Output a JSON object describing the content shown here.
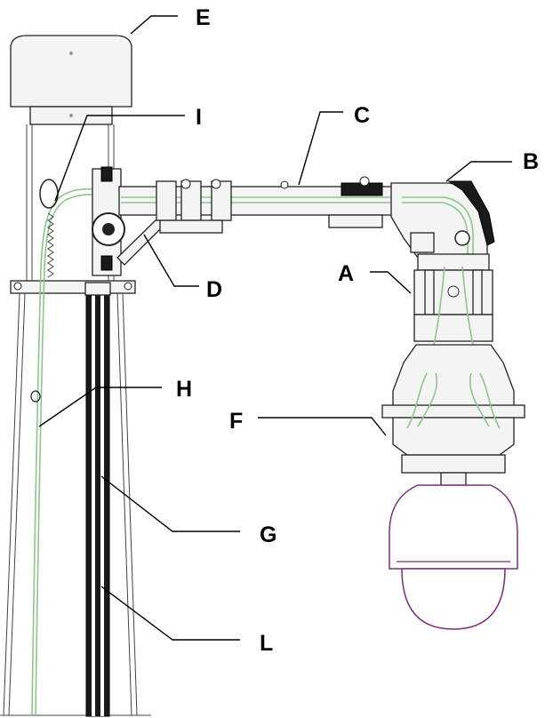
{
  "labels": {
    "A": "A",
    "B": "B",
    "C": "C",
    "D": "D",
    "E": "E",
    "F": "F",
    "G": "G",
    "H": "H",
    "I": "I",
    "L": "L"
  },
  "colors": {
    "line": "#000000",
    "cable": "#8ec58e",
    "camera_dome": "#7a2e7a"
  }
}
